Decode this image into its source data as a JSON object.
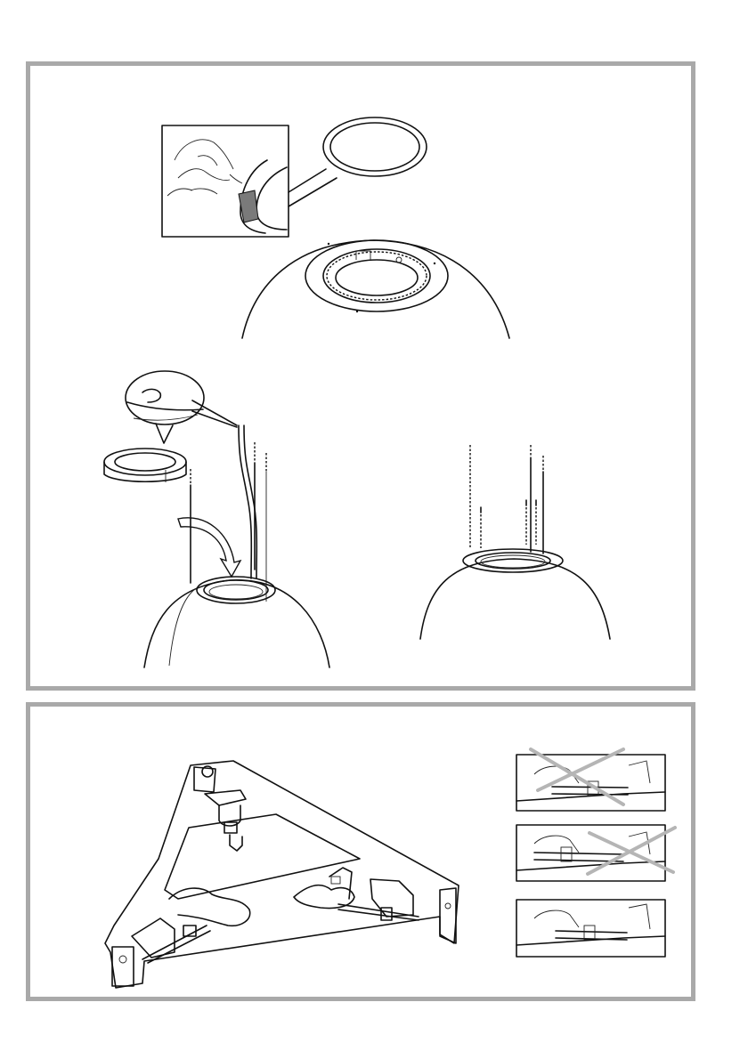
{
  "page": {
    "description_free": true
  },
  "colors": {
    "frame": "#a9a9a9",
    "line": "#111111",
    "background": "#ffffff",
    "cross_mark": "#b5b5b5"
  },
  "steps": {
    "top_panel": [
      "gasket-ring-removal",
      "ring-insertion",
      "screw-fastening"
    ],
    "bottom_panel": [
      "bracket-assembly",
      "bolt-check-wrong-1",
      "bolt-check-wrong-2",
      "bolt-check-correct"
    ]
  }
}
